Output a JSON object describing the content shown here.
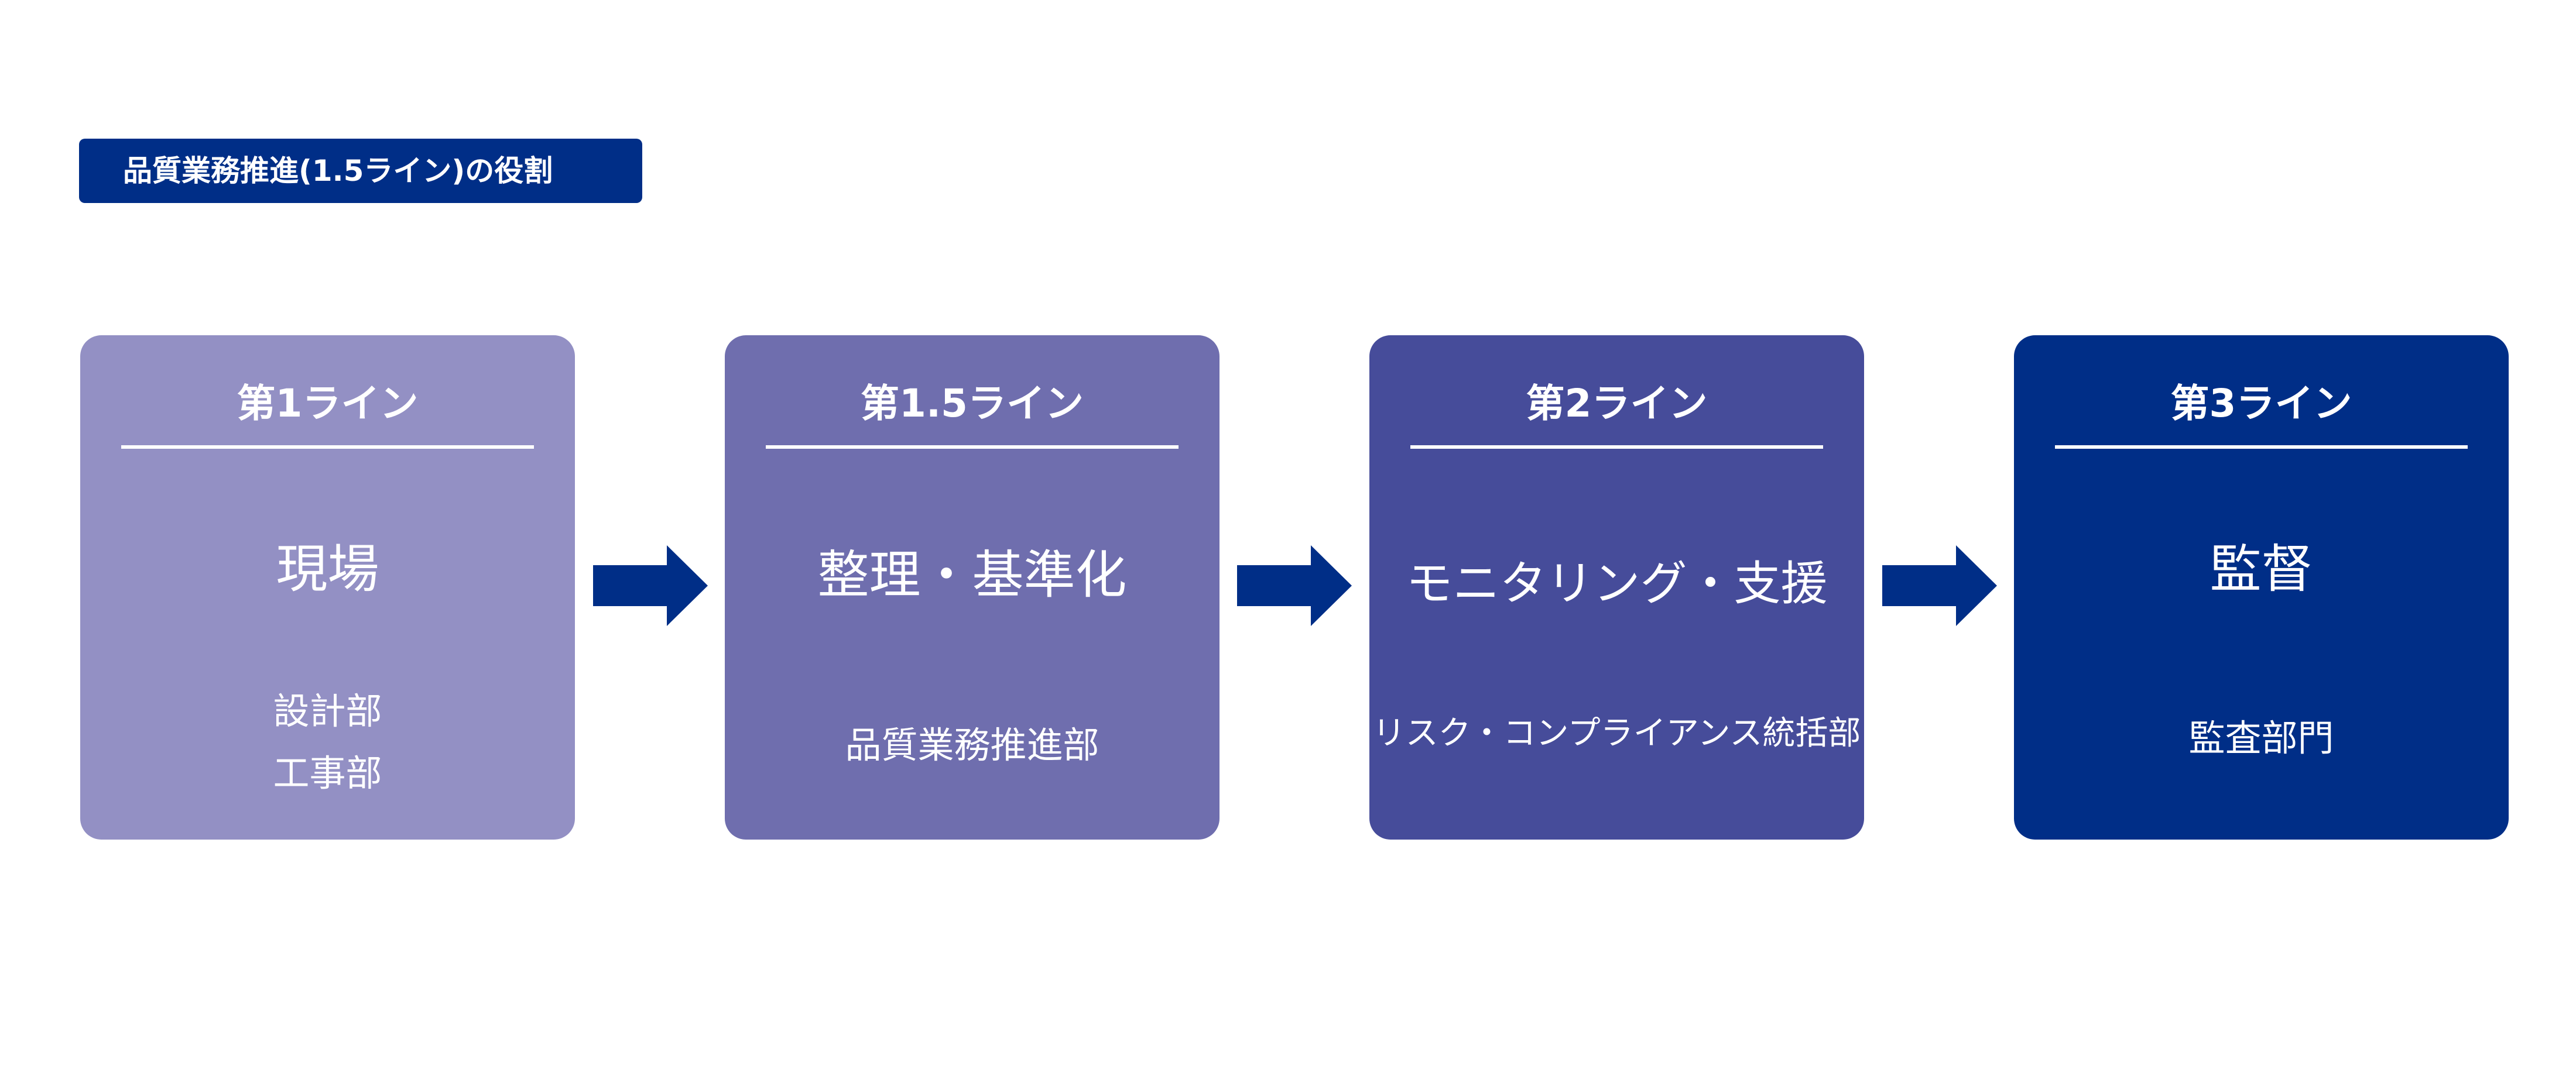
{
  "title": "品質業務推進(1.5ライン)の役割",
  "colors": {
    "title_bg": "#002e87",
    "arrow": "#002e87",
    "text": "#ffffff"
  },
  "lines": [
    {
      "heading": "第1ライン",
      "main": "現場",
      "sub": [
        "設計部",
        "工事部"
      ],
      "color": "#9390c4"
    },
    {
      "heading": "第1.5ライン",
      "main": "整理・基準化",
      "sub": [
        "品質業務推進部"
      ],
      "color": "#6f6eae"
    },
    {
      "heading": "第2ライン",
      "main": "モニタリング・支援",
      "sub": [
        "リスク・コンプライアンス統括部"
      ],
      "color": "#464c9a"
    },
    {
      "heading": "第3ライン",
      "main": "監督",
      "sub": [
        "監査部門"
      ],
      "color": "#002e87"
    }
  ],
  "connectors": [
    {
      "icon": "arrow-right-icon"
    },
    {
      "icon": "arrow-right-icon"
    },
    {
      "icon": "arrow-right-icon"
    }
  ]
}
